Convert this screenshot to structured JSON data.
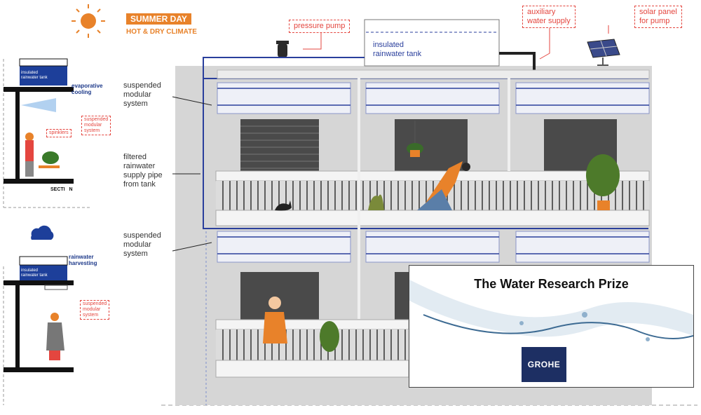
{
  "header": {
    "title": "SUMMER DAY",
    "subtitle": "HOT & DRY CLIMATE"
  },
  "callouts": {
    "pressure_pump": "pressure pump",
    "tank_label": "insulated\nrainwater tank",
    "auxiliary": "auxiliary\nwater supply",
    "solar": "solar panel\nfor pump",
    "suspended_top": "suspended\nmodular\nsystem",
    "filtered": "filtered\nrainwater\nsupply pipe\nfrom tank",
    "suspended_mid": "suspended\nmodular\nsystem"
  },
  "section_top": {
    "tank_label": "insulated\nrainwater tank",
    "evaporative": "evaporative\ncooling",
    "suspended": "suspended\nmodular\nsystem",
    "sprinklers": "spinklers",
    "section_caption": "SECTI   N"
  },
  "section_bottom": {
    "tank_label": "insulated\nrainwater tank",
    "harvesting": "rainwater\nharvesting",
    "suspended": "suspended\nmodular\nsystem"
  },
  "prize": {
    "title": "The Water Research Prize",
    "logo": "GROHE"
  },
  "colors": {
    "accent_orange": "#e8822a",
    "pipe_blue": "#2a3f9c",
    "callout_red": "#e4463f",
    "building_grey": "#d4d4d4",
    "logo_navy": "#1d2f63"
  }
}
